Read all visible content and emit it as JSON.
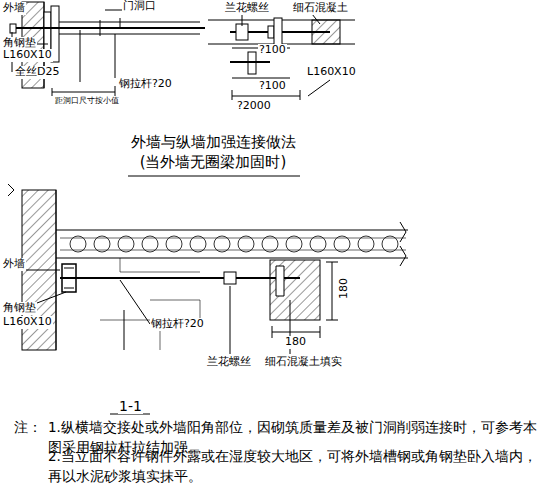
{
  "diagram": {
    "title": "外墙与纵墙加强连接做法 (当外墙无圈梁加固时)",
    "labels": [
      "外墙",
      "角钢垫",
      "L160X10",
      "全丝D25",
      "门洞口",
      "钢拉杆?20",
      "距洞口尺寸按小值",
      "兰花螺丝",
      "细石混凝土",
      "?100",
      "?100",
      "?2000",
      "L160X10",
      "外墙",
      "角钢垫",
      "L160X10",
      "钢拉杆?20",
      "兰花螺丝",
      "细石混凝土填实",
      "180",
      "180",
      "1-1",
      "注：",
      "1.纵横墙交接处或外墙阳角部位，因砌筑质量差及被门洞削弱连接时，可参考本图采用钢拉杆拉结加强。",
      "2.当立面不容许钢件外露或在湿度较大地区，可将外墙槽钢或角钢垫卧入墙内，再以水泥砂浆填实抹平。"
    ]
  }
}
